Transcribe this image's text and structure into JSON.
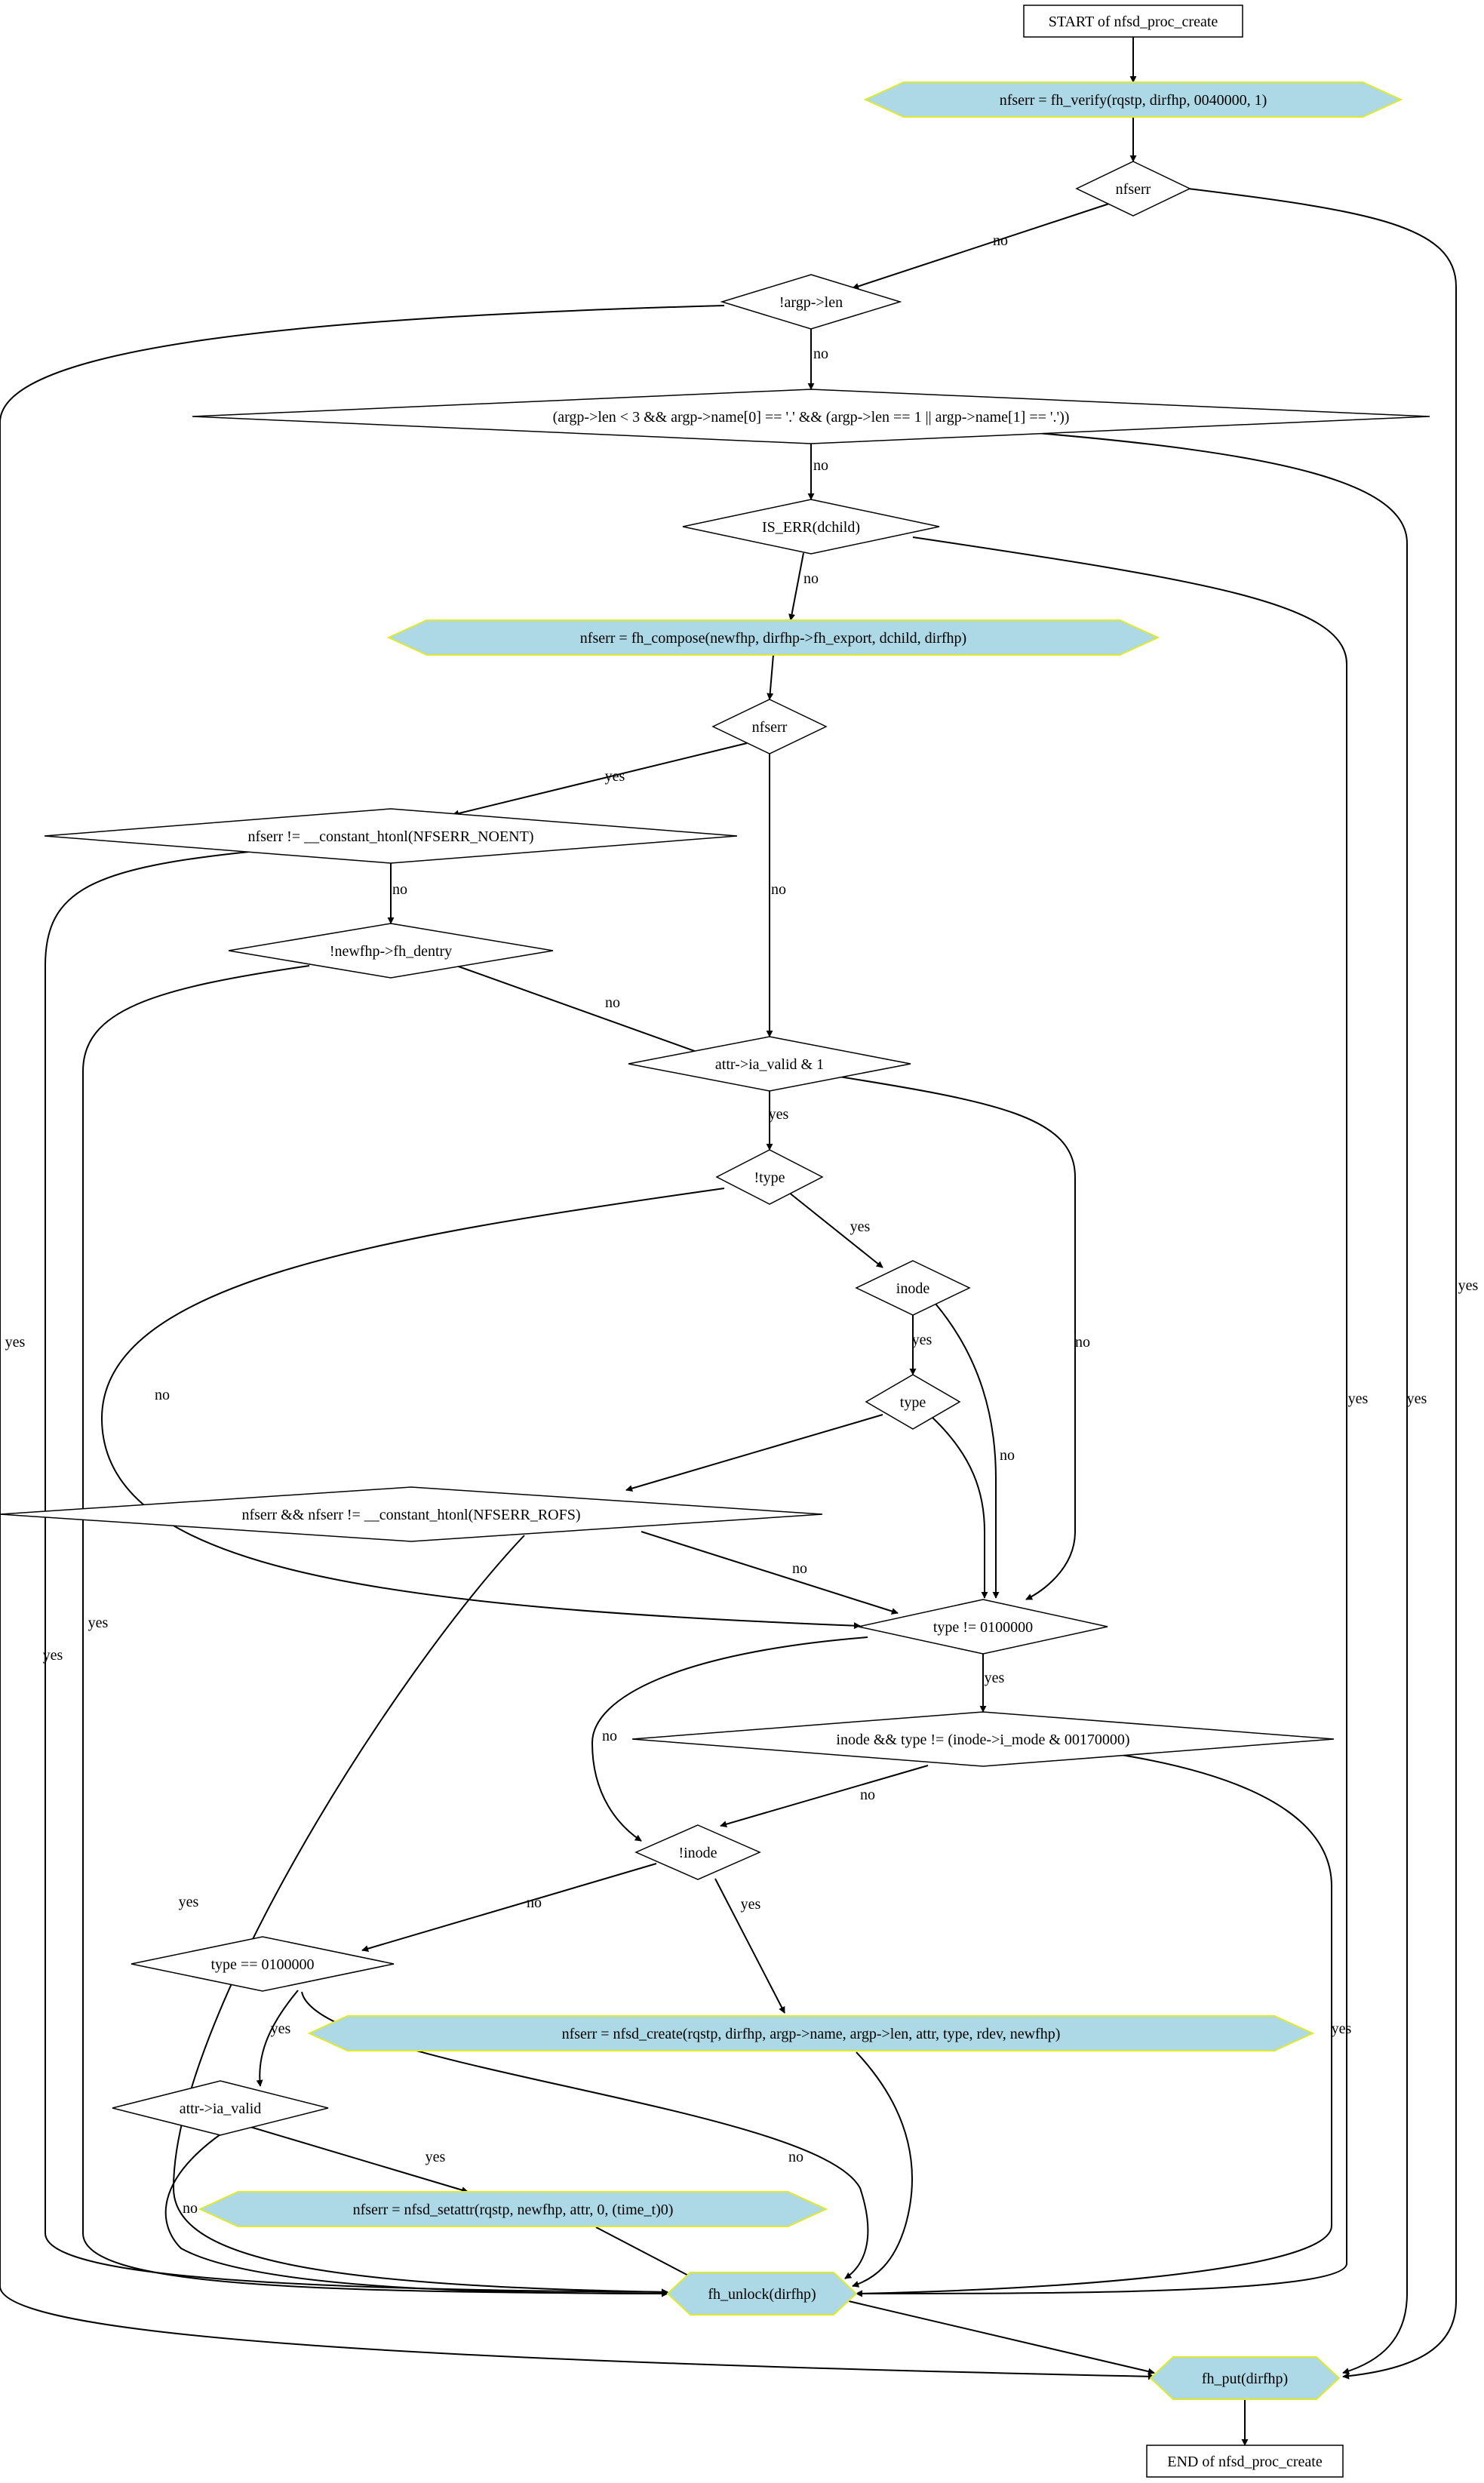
{
  "colors": {
    "process_fill": "#add8e6",
    "process_stroke": "#e0ea2c",
    "line": "#000000",
    "background": "#ffffff"
  },
  "nodes": {
    "start": "START of nfsd_proc_create",
    "verify": "nfserr = fh_verify(rqstp, dirfhp, 0040000, 1)",
    "nfserr1": "nfserr",
    "arglen": "!argp->len",
    "dotcheck": "(argp->len < 3 && argp->name[0] == '.' && (argp->len == 1 || argp->name[1] == '.'))",
    "iserr": "IS_ERR(dchild)",
    "compose": "nfserr = fh_compose(newfhp, dirfhp->fh_export, dchild, dirfhp)",
    "nfserr2": "nfserr",
    "noent": "nfserr != __constant_htonl(NFSERR_NOENT)",
    "dentry": "!newfhp->fh_dentry",
    "iavalid": "attr->ia_valid & 1",
    "nottype": "!type",
    "inode": "inode",
    "type": "type",
    "rofs": "nfserr && nfserr != __constant_htonl(NFSERR_ROFS)",
    "typeneq": "type != 0100000",
    "inodetype": "inode && type != (inode->i_mode & 00170000)",
    "notinode": "!inode",
    "typeeq": "type == 0100000",
    "iavalid2": "attr->ia_valid",
    "create": "nfserr = nfsd_create(rqstp, dirfhp, argp->name, argp->len, attr, type, rdev, newfhp)",
    "setattr": "nfserr = nfsd_setattr(rqstp, newfhp, attr, 0, (time_t)0)",
    "unlock": "fh_unlock(dirfhp)",
    "put": "fh_put(dirfhp)",
    "end": "END of nfsd_proc_create"
  },
  "edge_labels": {
    "yes": "yes",
    "no": "no"
  }
}
